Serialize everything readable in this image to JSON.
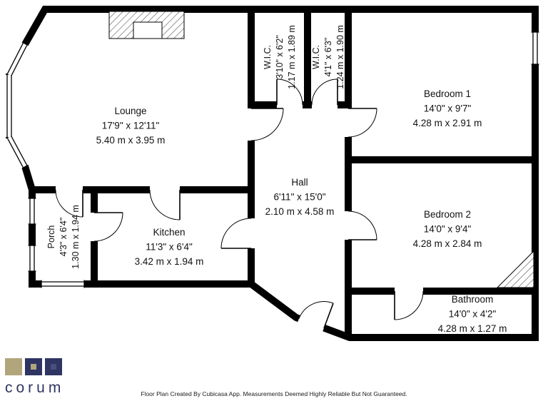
{
  "floorplan": {
    "rooms": {
      "lounge": {
        "name": "Lounge",
        "imperial": "17'9\" x 12'11\"",
        "metric": "5.40 m x 3.95 m"
      },
      "wic1": {
        "name": "W.I.C.",
        "imperial": "3'10\" x 6'2\"",
        "metric": "1.17 m x 1.89 m"
      },
      "wic2": {
        "name": "W.I.C.",
        "imperial": "4'1\" x 6'3\"",
        "metric": "1.24 m x 1.90 m"
      },
      "bedroom1": {
        "name": "Bedroom 1",
        "imperial": "14'0\" x 9'7\"",
        "metric": "4.28 m x 2.91 m"
      },
      "hall": {
        "name": "Hall",
        "imperial": "6'11\" x 15'0\"",
        "metric": "2.10 m x 4.58 m"
      },
      "porch": {
        "name": "Porch",
        "imperial": "4'3\" x 6'4\"",
        "metric": "1.30 m x 1.94 m"
      },
      "kitchen": {
        "name": "Kitchen",
        "imperial": "11'3\" x 6'4\"",
        "metric": "3.42 m x 1.94 m"
      },
      "bedroom2": {
        "name": "Bedroom 2",
        "imperial": "14'0\" x 9'4\"",
        "metric": "4.28 m x 2.84 m"
      },
      "bathroom": {
        "name": "Bathroom",
        "imperial": "14'0\" x 4'2\"",
        "metric": "4.28 m x 1.27 m"
      }
    }
  },
  "footer": {
    "logo_text": "corum",
    "disclaimer": "Floor Plan Created By Cubicasa App. Measurements Deemed Highly Reliable But Not Guaranteed."
  },
  "colors": {
    "wall": "#000000",
    "logo_navy": "#2f3563",
    "logo_tan": "#b1a67b"
  }
}
